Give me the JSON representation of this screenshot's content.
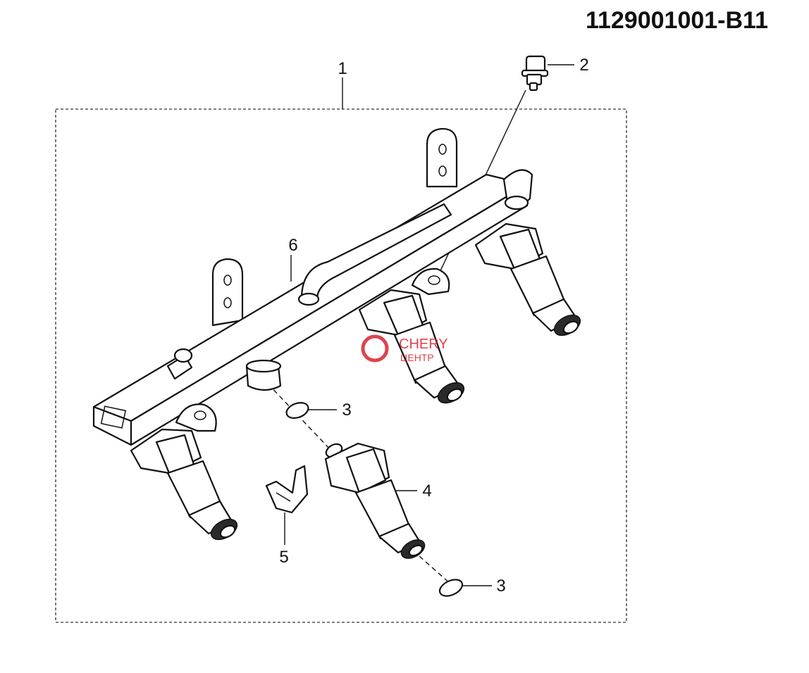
{
  "diagram": {
    "reference_number": "1129001001-B11",
    "callouts": {
      "rail_assembly": "1",
      "bolt": "2",
      "o_ring_upper": "3",
      "o_ring_lower": "3",
      "injector": "4",
      "clip": "5",
      "fuel_rail": "6"
    },
    "watermark": {
      "brand": "CHERY",
      "sub": "ЦЕНТР",
      "color": "#d9232e"
    }
  }
}
